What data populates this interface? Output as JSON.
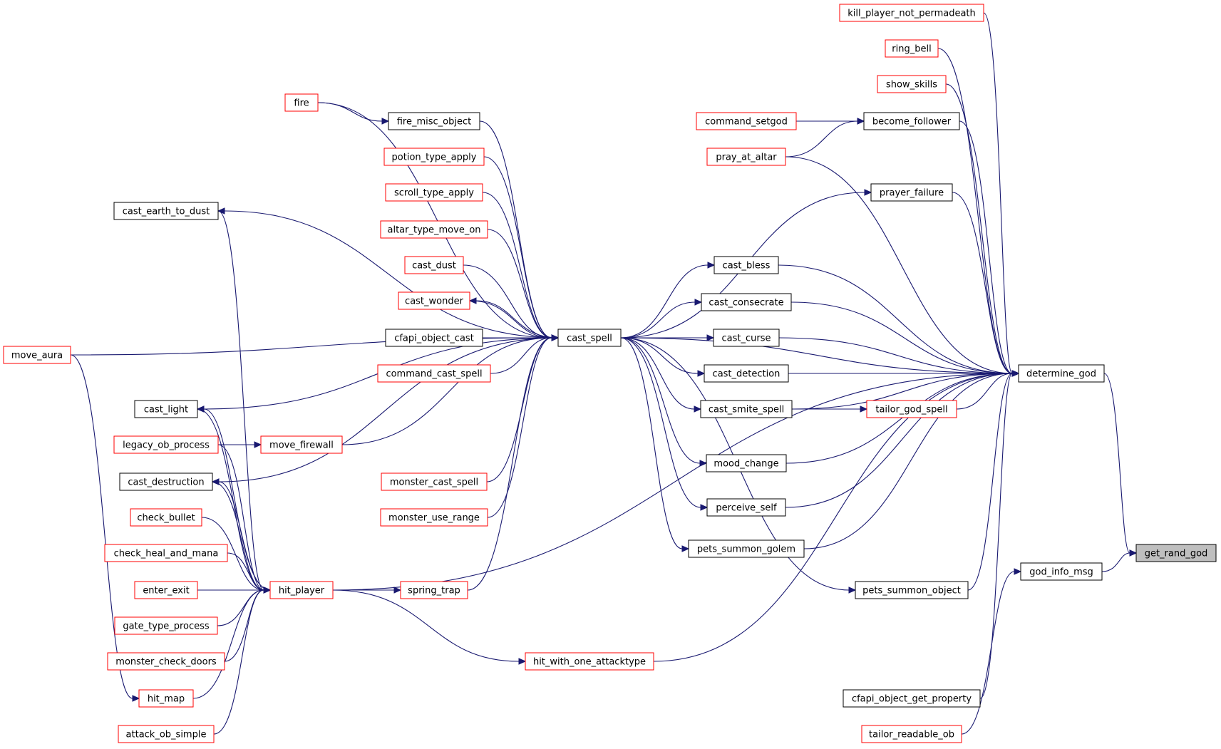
{
  "graph": {
    "nodes": [
      {
        "id": "kill_player_not_permadeath",
        "label": "kill_player_not_permadeath",
        "style": "red"
      },
      {
        "id": "ring_bell",
        "label": "ring_bell",
        "style": "red"
      },
      {
        "id": "show_skills",
        "label": "show_skills",
        "style": "red"
      },
      {
        "id": "command_setgod",
        "label": "command_setgod",
        "style": "red"
      },
      {
        "id": "become_follower",
        "label": "become_follower",
        "style": "black"
      },
      {
        "id": "pray_at_altar",
        "label": "pray_at_altar",
        "style": "red"
      },
      {
        "id": "prayer_failure",
        "label": "prayer_failure",
        "style": "black"
      },
      {
        "id": "fire",
        "label": "fire",
        "style": "red"
      },
      {
        "id": "fire_misc_object",
        "label": "fire_misc_object",
        "style": "black"
      },
      {
        "id": "potion_type_apply",
        "label": "potion_type_apply",
        "style": "red"
      },
      {
        "id": "scroll_type_apply",
        "label": "scroll_type_apply",
        "style": "red"
      },
      {
        "id": "cast_earth_to_dust",
        "label": "cast_earth_to_dust",
        "style": "black"
      },
      {
        "id": "altar_type_move_on",
        "label": "altar_type_move_on",
        "style": "red"
      },
      {
        "id": "cast_dust",
        "label": "cast_dust",
        "style": "red"
      },
      {
        "id": "cast_bless",
        "label": "cast_bless",
        "style": "black"
      },
      {
        "id": "cast_wonder",
        "label": "cast_wonder",
        "style": "red"
      },
      {
        "id": "cast_consecrate",
        "label": "cast_consecrate",
        "style": "black"
      },
      {
        "id": "cfapi_object_cast",
        "label": "cfapi_object_cast",
        "style": "black"
      },
      {
        "id": "cast_spell",
        "label": "cast_spell",
        "style": "black"
      },
      {
        "id": "cast_curse",
        "label": "cast_curse",
        "style": "black"
      },
      {
        "id": "move_aura",
        "label": "move_aura",
        "style": "red"
      },
      {
        "id": "command_cast_spell",
        "label": "command_cast_spell",
        "style": "red"
      },
      {
        "id": "cast_detection",
        "label": "cast_detection",
        "style": "black"
      },
      {
        "id": "determine_god",
        "label": "determine_god",
        "style": "black"
      },
      {
        "id": "cast_light",
        "label": "cast_light",
        "style": "black"
      },
      {
        "id": "cast_smite_spell",
        "label": "cast_smite_spell",
        "style": "black"
      },
      {
        "id": "tailor_god_spell",
        "label": "tailor_god_spell",
        "style": "red"
      },
      {
        "id": "legacy_ob_process",
        "label": "legacy_ob_process",
        "style": "red"
      },
      {
        "id": "move_firewall",
        "label": "move_firewall",
        "style": "red"
      },
      {
        "id": "mood_change",
        "label": "mood_change",
        "style": "black"
      },
      {
        "id": "cast_destruction",
        "label": "cast_destruction",
        "style": "black"
      },
      {
        "id": "monster_cast_spell",
        "label": "monster_cast_spell",
        "style": "red"
      },
      {
        "id": "perceive_self",
        "label": "perceive_self",
        "style": "black"
      },
      {
        "id": "check_bullet",
        "label": "check_bullet",
        "style": "red"
      },
      {
        "id": "monster_use_range",
        "label": "monster_use_range",
        "style": "red"
      },
      {
        "id": "pets_summon_golem",
        "label": "pets_summon_golem",
        "style": "black"
      },
      {
        "id": "check_heal_and_mana",
        "label": "check_heal_and_mana",
        "style": "red"
      },
      {
        "id": "get_rand_god",
        "label": "get_rand_god",
        "style": "gray"
      },
      {
        "id": "god_info_msg",
        "label": "god_info_msg",
        "style": "black"
      },
      {
        "id": "enter_exit",
        "label": "enter_exit",
        "style": "red"
      },
      {
        "id": "hit_player",
        "label": "hit_player",
        "style": "red"
      },
      {
        "id": "spring_trap",
        "label": "spring_trap",
        "style": "red"
      },
      {
        "id": "pets_summon_object",
        "label": "pets_summon_object",
        "style": "black"
      },
      {
        "id": "gate_type_process",
        "label": "gate_type_process",
        "style": "red"
      },
      {
        "id": "monster_check_doors",
        "label": "monster_check_doors",
        "style": "red"
      },
      {
        "id": "hit_with_one_attacktype",
        "label": "hit_with_one_attacktype",
        "style": "red"
      },
      {
        "id": "hit_map",
        "label": "hit_map",
        "style": "red"
      },
      {
        "id": "cfapi_object_get_property",
        "label": "cfapi_object_get_property",
        "style": "black"
      },
      {
        "id": "attack_ob_simple",
        "label": "attack_ob_simple",
        "style": "red"
      },
      {
        "id": "tailor_readable_ob",
        "label": "tailor_readable_ob",
        "style": "red"
      }
    ],
    "edges": [
      {
        "from": "determine_god",
        "to": "get_rand_god"
      },
      {
        "from": "god_info_msg",
        "to": "get_rand_god"
      },
      {
        "from": "kill_player_not_permadeath",
        "to": "determine_god"
      },
      {
        "from": "ring_bell",
        "to": "determine_god"
      },
      {
        "from": "show_skills",
        "to": "determine_god"
      },
      {
        "from": "become_follower",
        "to": "determine_god"
      },
      {
        "from": "pray_at_altar",
        "to": "determine_god"
      },
      {
        "from": "prayer_failure",
        "to": "determine_god"
      },
      {
        "from": "cast_spell",
        "to": "determine_god"
      },
      {
        "from": "cast_bless",
        "to": "determine_god"
      },
      {
        "from": "cast_consecrate",
        "to": "determine_god"
      },
      {
        "from": "cast_curse",
        "to": "determine_god"
      },
      {
        "from": "cast_detection",
        "to": "determine_god"
      },
      {
        "from": "tailor_god_spell",
        "to": "determine_god"
      },
      {
        "from": "cast_smite_spell",
        "to": "determine_god"
      },
      {
        "from": "mood_change",
        "to": "determine_god"
      },
      {
        "from": "perceive_self",
        "to": "determine_god"
      },
      {
        "from": "pets_summon_golem",
        "to": "determine_god"
      },
      {
        "from": "pets_summon_object",
        "to": "determine_god"
      },
      {
        "from": "hit_player",
        "to": "determine_god"
      },
      {
        "from": "hit_with_one_attacktype",
        "to": "determine_god"
      },
      {
        "from": "cfapi_object_get_property",
        "to": "determine_god"
      },
      {
        "from": "tailor_readable_ob",
        "to": "god_info_msg"
      },
      {
        "from": "command_setgod",
        "to": "become_follower"
      },
      {
        "from": "pray_at_altar",
        "to": "become_follower"
      },
      {
        "from": "cast_spell",
        "to": "prayer_failure"
      },
      {
        "from": "cast_spell",
        "to": "cast_bless"
      },
      {
        "from": "cast_spell",
        "to": "cast_consecrate"
      },
      {
        "from": "cast_spell",
        "to": "cast_curse"
      },
      {
        "from": "cast_spell",
        "to": "cast_detection"
      },
      {
        "from": "cast_spell",
        "to": "cast_smite_spell"
      },
      {
        "from": "cast_spell",
        "to": "mood_change"
      },
      {
        "from": "cast_spell",
        "to": "perceive_self"
      },
      {
        "from": "cast_spell",
        "to": "pets_summon_golem"
      },
      {
        "from": "cast_spell",
        "to": "pets_summon_object"
      },
      {
        "from": "cast_smite_spell",
        "to": "tailor_god_spell"
      },
      {
        "from": "fire",
        "to": "cast_spell"
      },
      {
        "from": "fire_misc_object",
        "to": "cast_spell"
      },
      {
        "from": "potion_type_apply",
        "to": "cast_spell"
      },
      {
        "from": "scroll_type_apply",
        "to": "cast_spell"
      },
      {
        "from": "altar_type_move_on",
        "to": "cast_spell"
      },
      {
        "from": "cast_dust",
        "to": "cast_spell"
      },
      {
        "from": "cast_wonder",
        "to": "cast_spell"
      },
      {
        "from": "cast_spell",
        "to": "cast_wonder"
      },
      {
        "from": "cfapi_object_cast",
        "to": "cast_spell"
      },
      {
        "from": "command_cast_spell",
        "to": "cast_spell"
      },
      {
        "from": "move_firewall",
        "to": "cast_spell"
      },
      {
        "from": "monster_cast_spell",
        "to": "cast_spell"
      },
      {
        "from": "monster_use_range",
        "to": "cast_spell"
      },
      {
        "from": "spring_trap",
        "to": "cast_spell"
      },
      {
        "from": "move_aura",
        "to": "cast_spell"
      },
      {
        "from": "cast_spell",
        "to": "cast_earth_to_dust"
      },
      {
        "from": "cast_spell",
        "to": "cast_light"
      },
      {
        "from": "cast_spell",
        "to": "cast_destruction"
      },
      {
        "from": "fire",
        "to": "fire_misc_object"
      },
      {
        "from": "legacy_ob_process",
        "to": "move_firewall"
      },
      {
        "from": "cast_earth_to_dust",
        "to": "hit_player"
      },
      {
        "from": "cast_light",
        "to": "hit_player"
      },
      {
        "from": "hit_player",
        "to": "cast_light"
      },
      {
        "from": "legacy_ob_process",
        "to": "hit_player"
      },
      {
        "from": "cast_destruction",
        "to": "hit_player"
      },
      {
        "from": "hit_player",
        "to": "cast_destruction"
      },
      {
        "from": "check_bullet",
        "to": "hit_player"
      },
      {
        "from": "check_heal_and_mana",
        "to": "hit_player"
      },
      {
        "from": "enter_exit",
        "to": "hit_player"
      },
      {
        "from": "gate_type_process",
        "to": "hit_player"
      },
      {
        "from": "monster_check_doors",
        "to": "hit_player"
      },
      {
        "from": "hit_map",
        "to": "hit_player"
      },
      {
        "from": "attack_ob_simple",
        "to": "hit_player"
      },
      {
        "from": "move_aura",
        "to": "hit_map"
      },
      {
        "from": "hit_player",
        "to": "spring_trap"
      },
      {
        "from": "hit_player",
        "to": "hit_with_one_attacktype"
      }
    ]
  }
}
